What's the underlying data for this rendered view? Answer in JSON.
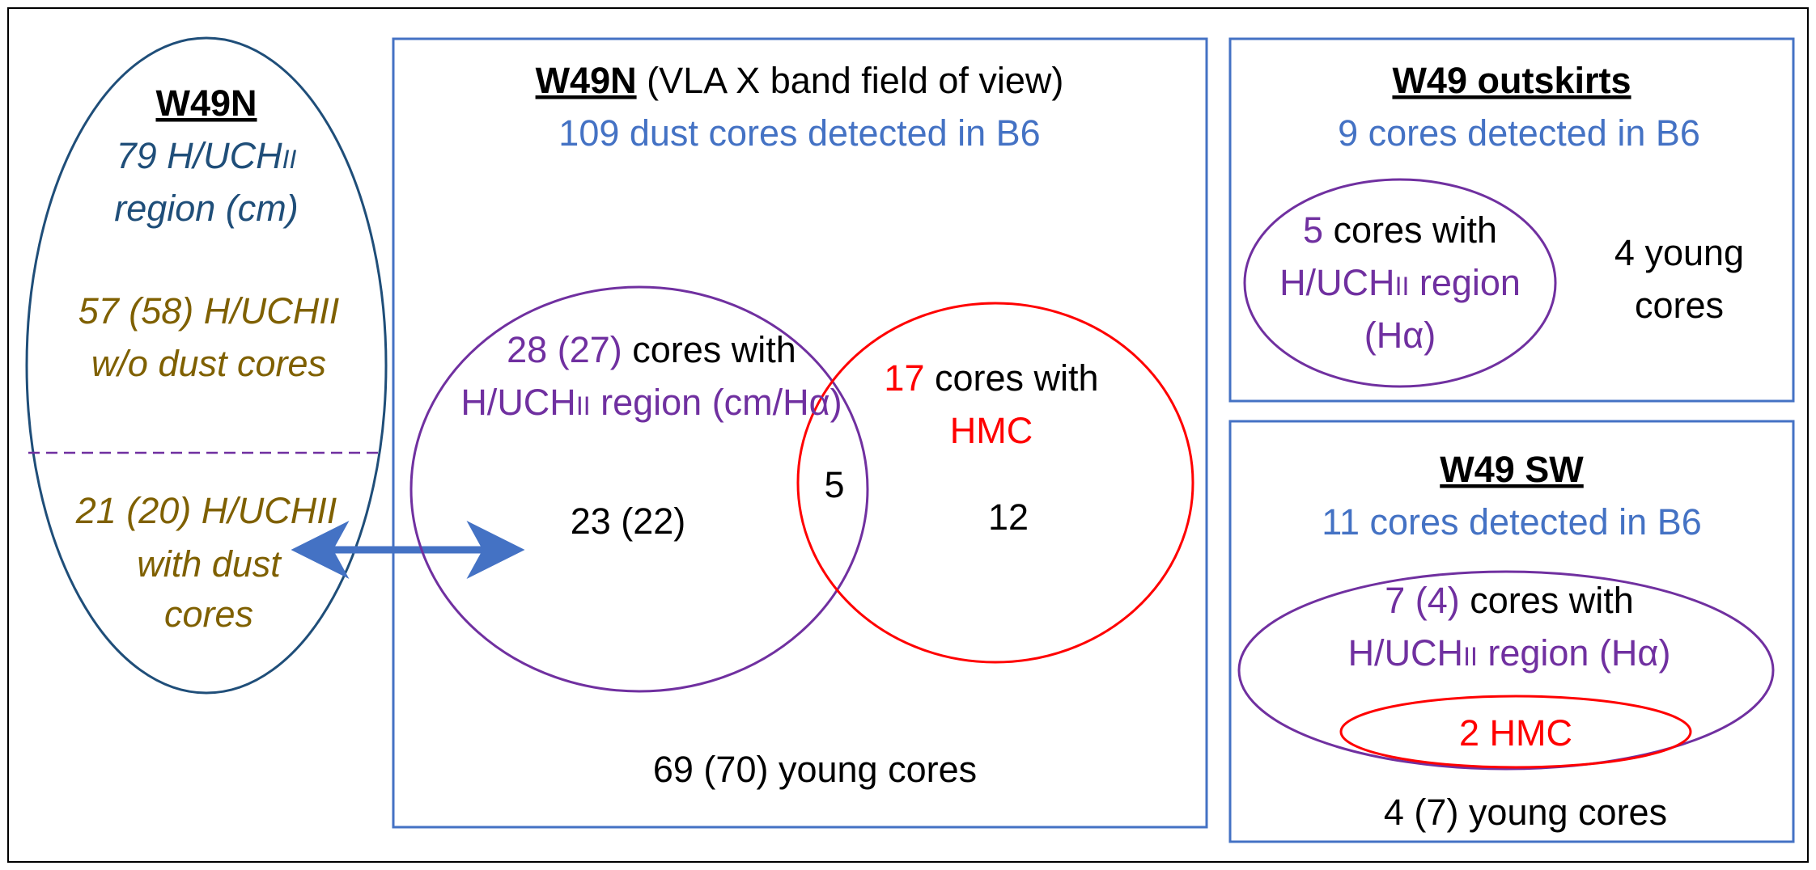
{
  "colors": {
    "frame": "#000000",
    "box_blue": "#4472c4",
    "navy": "#1f4e79",
    "olive": "#7f6000",
    "purple": "#7030a0",
    "red": "#ff0000",
    "black": "#000000"
  },
  "left_panel": {
    "title": "W49N",
    "cm_line1_a": "79 H/UCH",
    "cm_line1_sub": "II",
    "cm_line2": "region (cm)",
    "nodust_line1": "57 (58) H/UCHII",
    "nodust_line2": "w/o dust cores",
    "dust_line1": "21 (20) H/UCHII",
    "dust_line2": "with dust",
    "dust_line3": "cores"
  },
  "center_panel": {
    "title": "W49N",
    "title_suffix": " (VLA X band field of view)",
    "subtitle": "109 dust cores detected in B6",
    "purple_head_num": "28 (27)",
    "purple_head_rest": " cores with",
    "purple_line2_a": "H/UCH",
    "purple_line2_sub": "II",
    "purple_line2_b": " region (cm/Hα)",
    "purple_only": "23 (22)",
    "overlap": "5",
    "red_head_num": "17",
    "red_head_rest": " cores with",
    "red_line2": "HMC",
    "red_only": "12",
    "young": "69 (70) young cores",
    "arrow_icon": "double-arrow-icon"
  },
  "outskirts_panel": {
    "title": "W49 outskirts",
    "subtitle": "9 cores detected in B6",
    "ell_num": "5",
    "ell_rest": " cores with",
    "ell_line2_a": "H/UCH",
    "ell_line2_sub": "II",
    "ell_line2_b": " region",
    "ell_line3": "(Hα)",
    "young_line1": "4 young",
    "young_line2": "cores"
  },
  "sw_panel": {
    "title": "W49 SW",
    "subtitle": "11 cores detected in B6",
    "ell_num": "7 (4)",
    "ell_rest": " cores with",
    "ell_line2_a": "H/UCH",
    "ell_line2_sub": "II",
    "ell_line2_b": " region (Hα)",
    "hmc": "2 HMC",
    "young": "4 (7) young cores"
  }
}
